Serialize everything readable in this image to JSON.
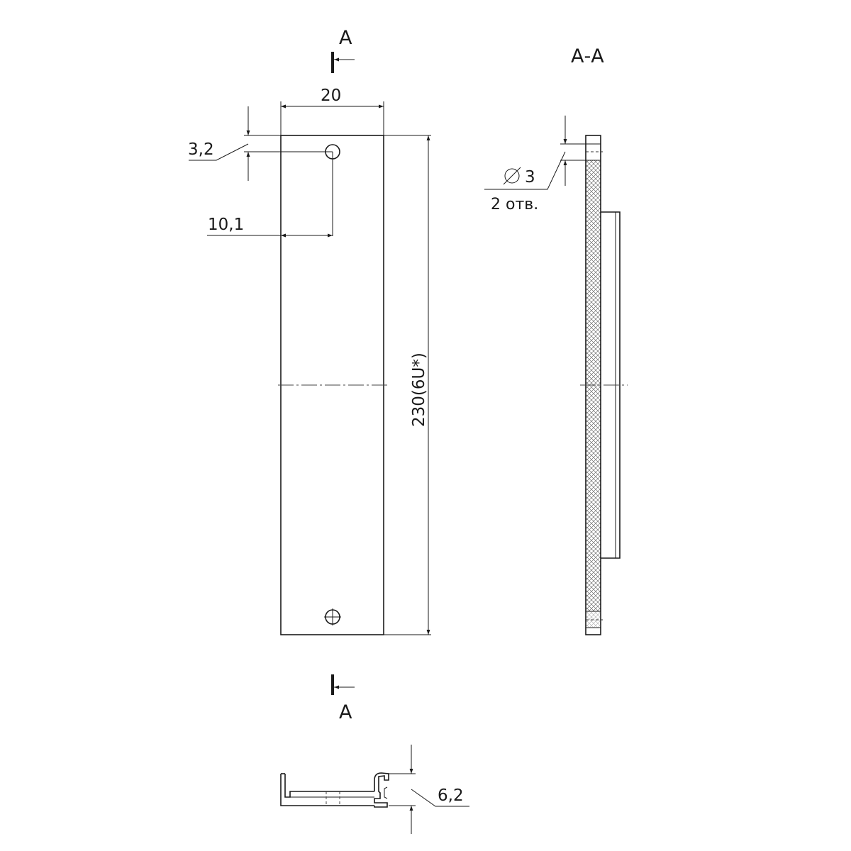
{
  "labels": {
    "section_top": "A",
    "section_bottom": "A",
    "section_title": "А-А",
    "dim_width": "20",
    "dim_top_offset": "3,2",
    "dim_hole_x": "10,1",
    "dim_height": "230(6U*)",
    "hole_diameter": "3",
    "hole_count": "2 отв.",
    "dim_profile": "6,2"
  }
}
